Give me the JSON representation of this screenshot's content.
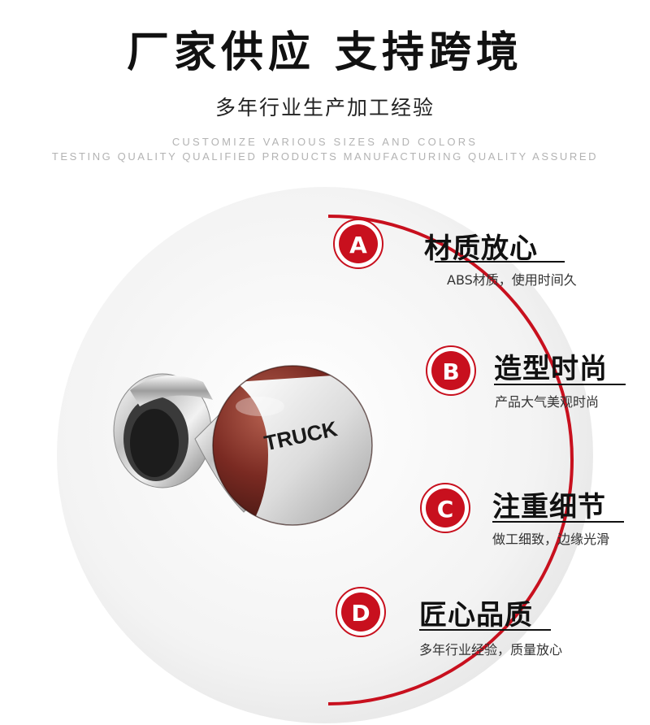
{
  "header": {
    "title": "厂家供应 支持跨境",
    "subtitle": "多年行业生产加工经验",
    "english_line_1": "CUSTOMIZE VARIOUS SIZES AND COLORS",
    "english_line_2": "TESTING QUALITY QUALIFIED PRODUCTS MANUFACTURING QUALITY ASSURED"
  },
  "product": {
    "badge_text": "TRUCK",
    "icon": "steering-wheel-spinner-knob-image"
  },
  "features": [
    {
      "letter": "A",
      "title": "材质放心",
      "desc": "ABS材质，使用时间久"
    },
    {
      "letter": "B",
      "title": "造型时尚",
      "desc": "产品大气美观时尚"
    },
    {
      "letter": "C",
      "title": "注重细节",
      "desc": "做工细致，边缘光滑"
    },
    {
      "letter": "D",
      "title": "匠心品质",
      "desc": "多年行业经验，质量放心"
    }
  ],
  "colors": {
    "accent": "#c8101e",
    "wood": "#7a2a22",
    "chrome": "#d9d9d9"
  }
}
